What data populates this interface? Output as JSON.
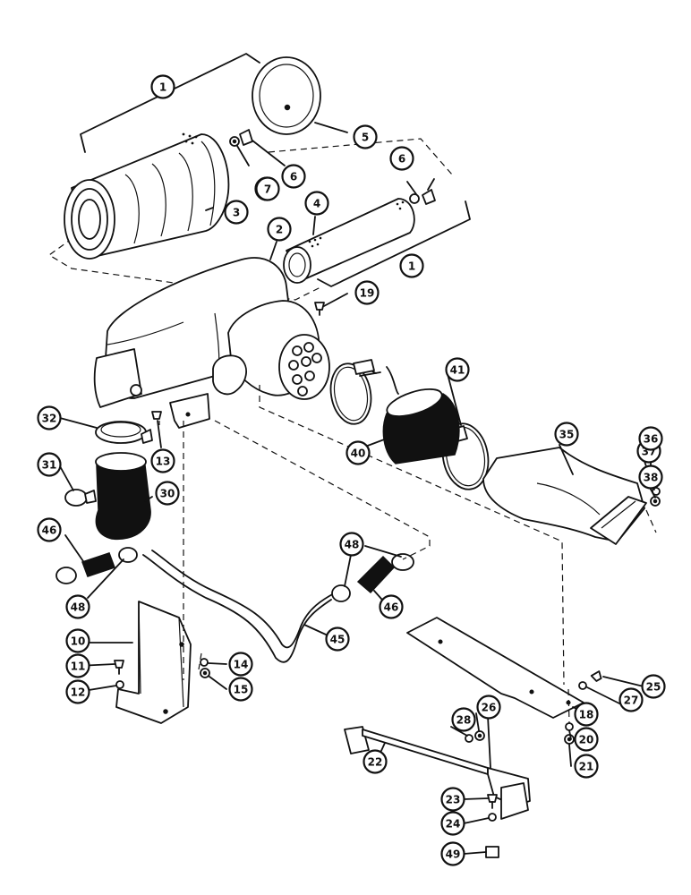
{
  "callouts": [
    "1",
    "5",
    "6",
    "7",
    "3",
    "7",
    "6",
    "4",
    "2",
    "1",
    "19",
    "41",
    "32",
    "13",
    "40",
    "35",
    "37",
    "36",
    "31",
    "30",
    "38",
    "46",
    "48",
    "48",
    "46",
    "45",
    "10",
    "11",
    "14",
    "12",
    "15",
    "25",
    "18",
    "27",
    "28",
    "26",
    "20",
    "21",
    "22",
    "23",
    "24",
    "49"
  ],
  "style": {
    "ink": "#111111",
    "paper": "#ffffff"
  }
}
